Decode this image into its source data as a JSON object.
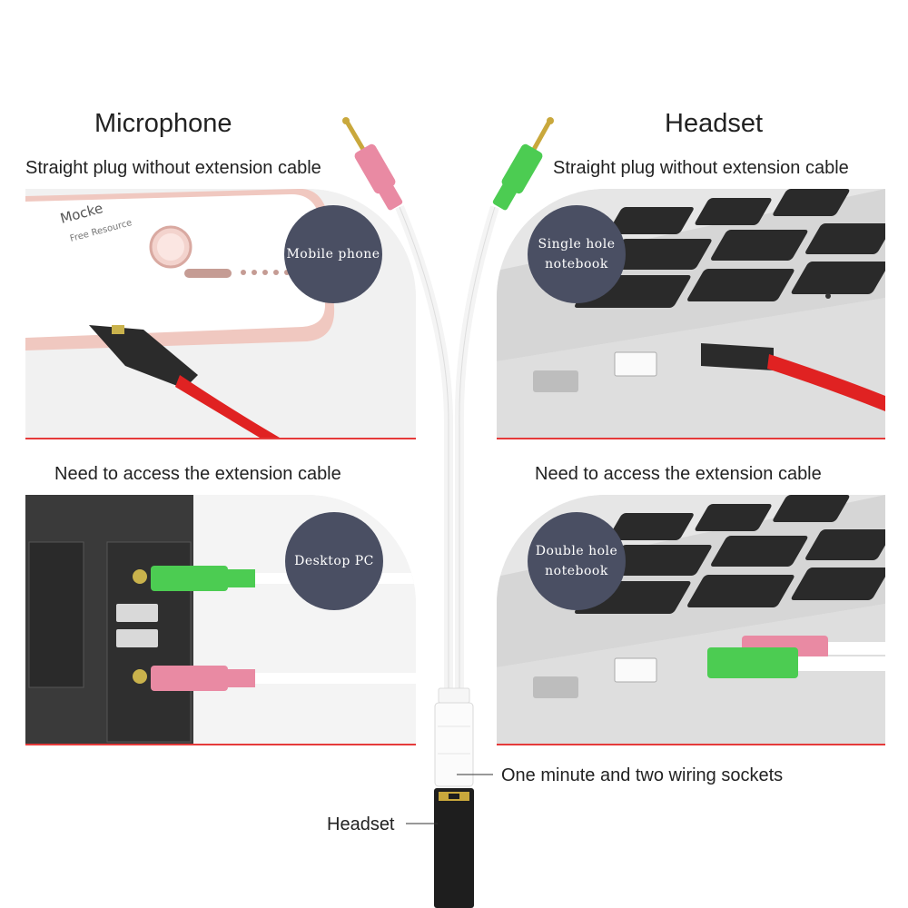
{
  "headings": {
    "left": "Microphone",
    "right": "Headset"
  },
  "subheadings": {
    "top_left": "Straight plug without extension cable",
    "top_right": "Straight plug without extension cable",
    "bottom_left": "Need to access the extension cable",
    "bottom_right": "Need to access the extension cable"
  },
  "badges": {
    "mobile_phone": "Mobile phone",
    "single_hole_line1": "Single hole",
    "single_hole_line2": "notebook",
    "desktop_pc": "Desktop PC",
    "double_hole_line1": "Double hole",
    "double_hole_line2": "notebook"
  },
  "phone_screen_text": {
    "line1": "Mocke",
    "line2": "Free Resource"
  },
  "callouts": {
    "sockets": "One minute and two wiring sockets",
    "headset": "Headset"
  },
  "colors": {
    "accent_red": "#e53a3a",
    "badge_bg": "#4a4f63",
    "plug_pink": "#e98aa3",
    "plug_green": "#4ccc52",
    "cable_white": "#f4f4f4",
    "cable_red": "#e02222"
  }
}
